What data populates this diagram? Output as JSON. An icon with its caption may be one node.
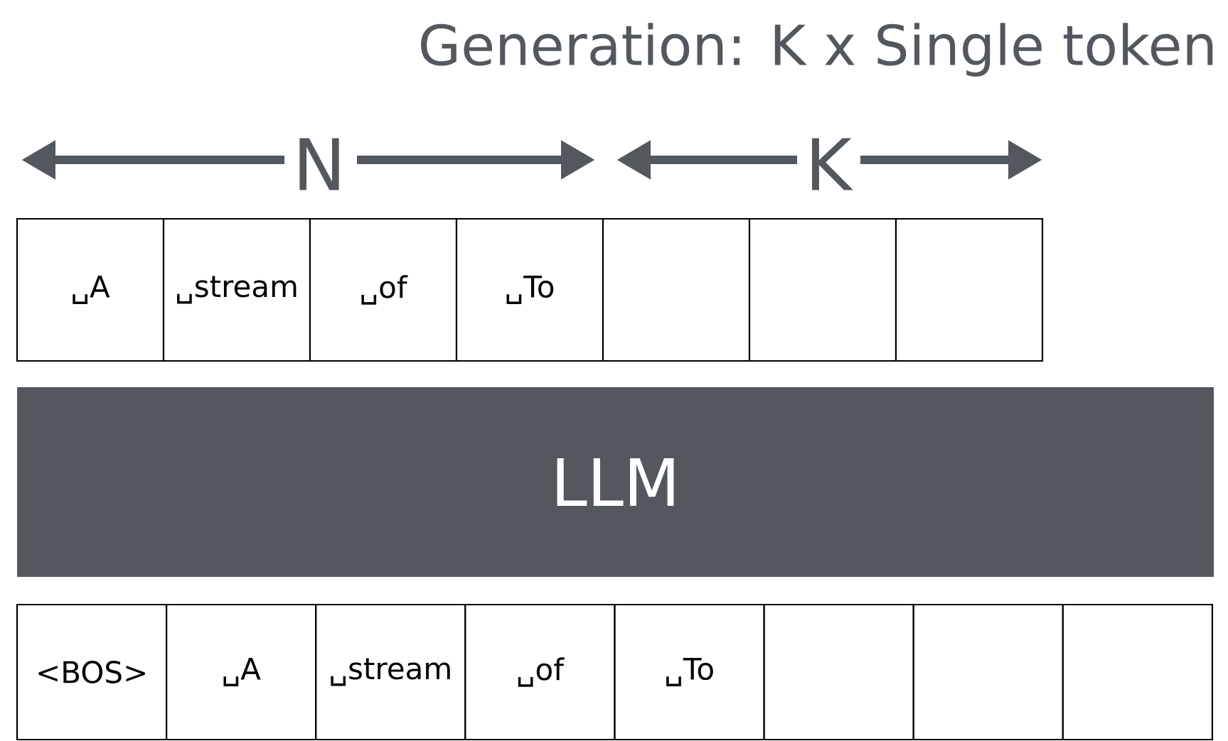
{
  "diagram": {
    "title": "Generation: K x Single token",
    "nodes": [
      {
        "text": [
          "␣A"
        ]
      },
      {
        "text": [
          "␣stream"
        ]
      },
      {
        "text": [
          "␣of"
        ]
      },
      {
        "text": [
          "␣To"
        ]
      },
      {
        "text": [],
        "shape": "box"
      },
      {
        "text": [],
        "shape": "box"
      },
      {
        "text": [],
        "shape": "box"
      },
      {
        "text": [
          "LLM"
        ]
      },
      {
        "text": [
          "<BOS>"
        ]
      },
      {
        "text": [
          "␣A"
        ]
      },
      {
        "text": [
          "␣stream"
        ]
      },
      {
        "text": [
          "␣of"
        ]
      },
      {
        "text": [
          "␣To"
        ]
      },
      {
        "text": [],
        "shape": "box"
      },
      {
        "text": [],
        "shape": "box"
      },
      {
        "text": [],
        "shape": "box"
      }
    ],
    "labels": [
      "N",
      "K"
    ]
  }
}
